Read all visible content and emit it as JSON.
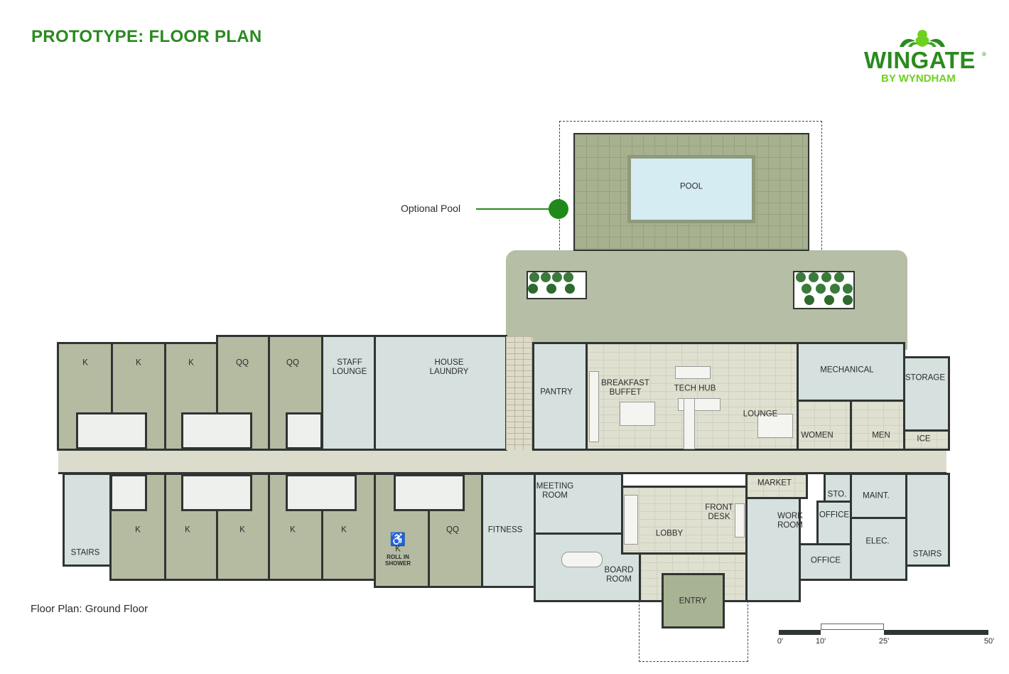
{
  "header": {
    "title": "PROTOTYPE: FLOOR PLAN"
  },
  "logo": {
    "word": "WINGATE",
    "sub": "BY WYNDHAM",
    "registered": "®"
  },
  "callout": {
    "label": "Optional Pool"
  },
  "caption": "Floor Plan: Ground Floor",
  "colors": {
    "brand_green": "#2a8a1f",
    "brand_lime": "#6fd11e",
    "guest_room": "#b5bba1",
    "service_room": "#d5e0df",
    "wall": "#2f3532",
    "pool_water": "#d6ecf3"
  },
  "rooms": {
    "top_k1": "K",
    "top_k2": "K",
    "top_k3": "K",
    "top_qq1": "QQ",
    "top_qq2": "QQ",
    "staff_lounge": "STAFF\nLOUNGE",
    "house_laundry": "HOUSE\nLAUNDRY",
    "pantry": "PANTRY",
    "breakfast_buffet": "BREAKFAST\nBUFFET",
    "tech_hub": "TECH HUB",
    "lounge": "LOUNGE",
    "mechanical": "MECHANICAL",
    "storage": "STORAGE",
    "women": "WOMEN",
    "men": "MEN",
    "ice": "ICE",
    "stairs_left": "STAIRS",
    "bot_k1": "K",
    "bot_k2": "K",
    "bot_k3": "K",
    "bot_k4": "K",
    "bot_k5": "K",
    "accessible_k": "K",
    "roll_in_shower": "ROLL IN\nSHOWER",
    "bot_qq": "QQ",
    "fitness": "FITNESS",
    "meeting_room": "MEETING\nROOM",
    "board_room": "BOARD\nROOM",
    "lobby": "LOBBY",
    "front_desk": "FRONT\nDESK",
    "entry": "ENTRY",
    "market": "MARKET",
    "work_room": "WORK\nROOM",
    "sto": "STO.",
    "office_1": "OFFICE",
    "office_2": "OFFICE",
    "maint": "MAINT.",
    "elec": "ELEC.",
    "stairs_right": "STAIRS",
    "pool": "POOL"
  },
  "scale_bar": {
    "ticks": [
      "0'",
      "10'",
      "25'",
      "50'"
    ]
  }
}
